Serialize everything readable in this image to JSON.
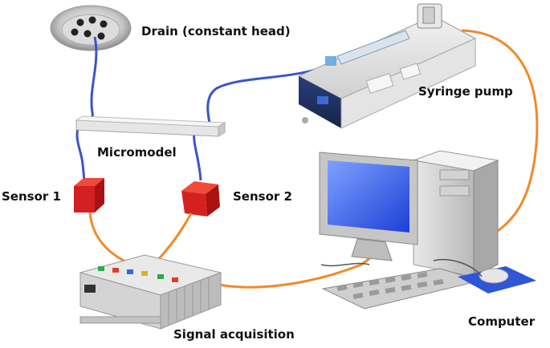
{
  "labels": {
    "drain": "Drain (constant head)",
    "syringe_pump": "Syringe pump",
    "micromodel": "Micromodel",
    "sensor1": "Sensor 1",
    "sensor2": "Sensor 2",
    "computer": "Computer",
    "signal_acquisition": "Signal acquisition"
  },
  "colors": {
    "blue_tubing": "#3a55c8",
    "orange_cable": "#f08a2a",
    "sensor_red": "#d42020",
    "screen_blue": "#3f6bff"
  }
}
